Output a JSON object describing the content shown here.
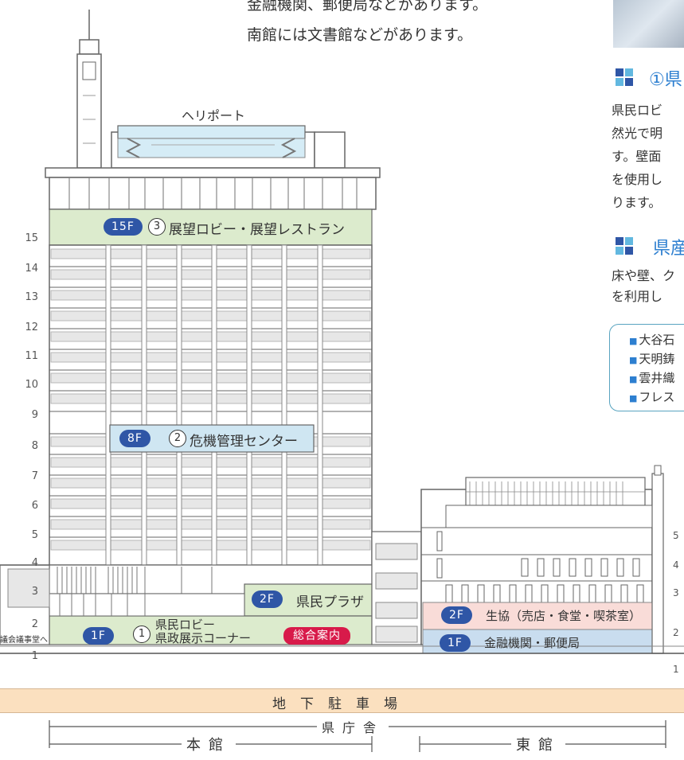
{
  "intro": {
    "line1": "金融機関、郵便局などがあります。",
    "line2": "南館には文書館などがあります。"
  },
  "heliport_label": "ヘリポート",
  "main_floor_numbers": [
    "15",
    "14",
    "13",
    "12",
    "11",
    "10",
    "9",
    "8",
    "7",
    "6",
    "5",
    "4",
    "3",
    "2",
    "1"
  ],
  "east_floor_numbers": [
    "5",
    "4",
    "3",
    "2",
    "1"
  ],
  "west_note": "議会議事堂へ",
  "callouts": {
    "f15": {
      "badge": "15F",
      "circle": "3",
      "label": "展望ロビー・展望レストラン"
    },
    "f8": {
      "badge": "8F",
      "circle": "2",
      "label": "危機管理センター"
    },
    "f2_main": {
      "badge": "2F",
      "label": "県民プラザ"
    },
    "f1_main": {
      "badge": "1F",
      "circle": "1",
      "label_line1": "県民ロビー",
      "label_line2": "県政展示コーナー"
    },
    "info_desk": "総合案内",
    "f2_east": {
      "badge": "2F",
      "label": "生協（売店・食堂・喫茶室）"
    },
    "f1_east": {
      "badge": "1F",
      "label": "金融機関・郵便局"
    }
  },
  "right_panel": {
    "heading1": "①県",
    "para1": [
      "県民ロビ",
      "然光で明",
      "す。壁面",
      "を使用し",
      "ります。"
    ],
    "heading2": "県産",
    "para2": [
      "床や壁、ク",
      "を利用し"
    ],
    "list": [
      "大谷石",
      "天明鋳",
      "雲井織",
      "フレス"
    ]
  },
  "parking": "地下駐車場",
  "bottom": {
    "kenchosha": "県庁舎",
    "honkan": "本館",
    "higashikan": "東館"
  },
  "colors": {
    "badge_blue": "#2f56a6",
    "info_red": "#d81a4a",
    "floor_green": "#dcebcd",
    "floor_lightblue": "#cfe6f2",
    "east_pink": "#f9dcd8",
    "east_blue": "#c9ddef",
    "heading_blue": "#2d7fd0",
    "parking_orange": "#fbe0bf"
  }
}
